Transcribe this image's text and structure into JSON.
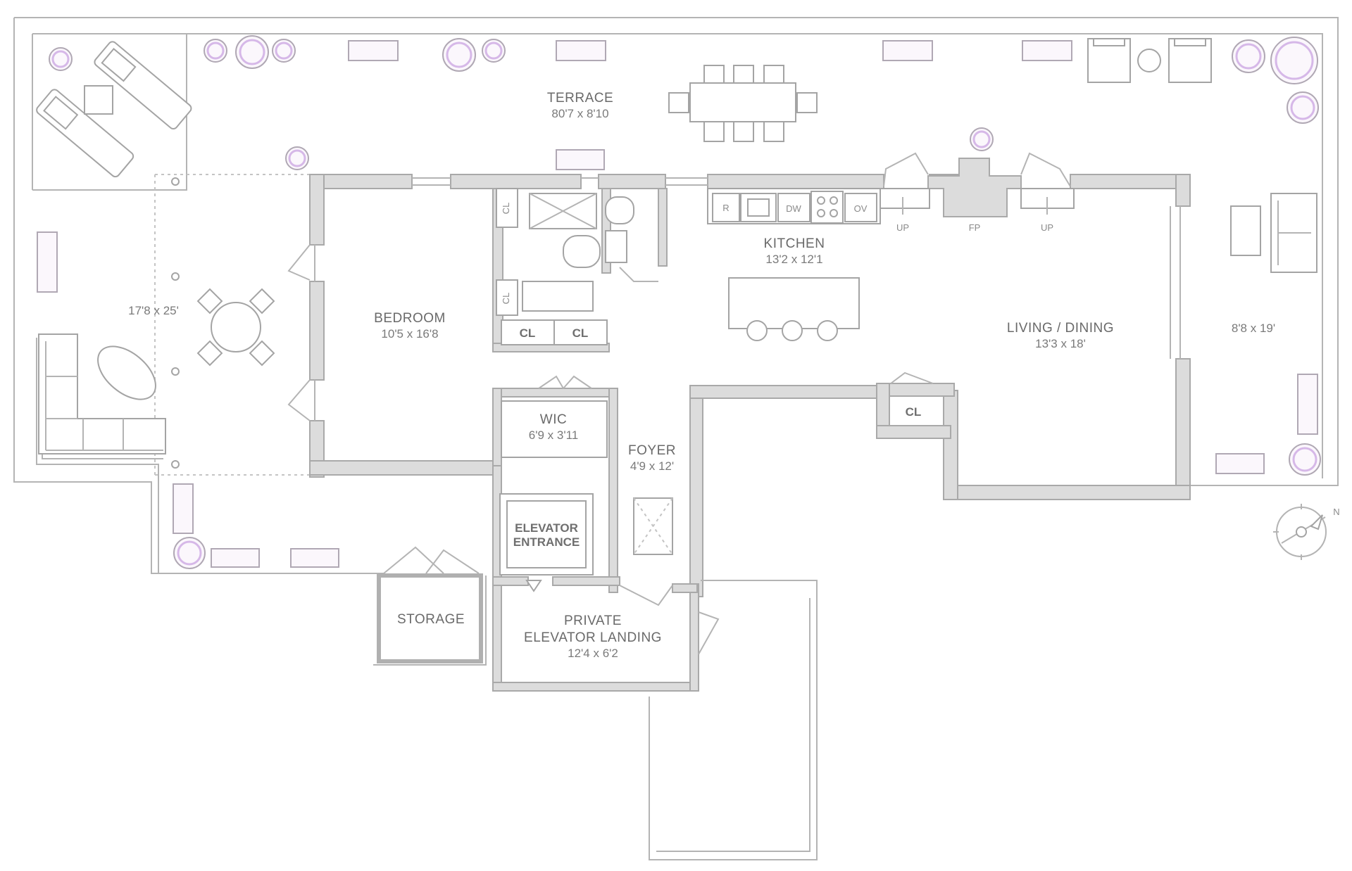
{
  "rooms": {
    "terrace": {
      "name": "TERRACE",
      "dim": "80'7 x 8'10"
    },
    "west_terrace": {
      "dim": "17'8 x 25'"
    },
    "east_terrace": {
      "dim": "8'8 x 19'"
    },
    "bedroom": {
      "name": "BEDROOM",
      "dim": "10'5 x 16'8"
    },
    "kitchen": {
      "name": "KITCHEN",
      "dim": "13'2 x 12'1"
    },
    "living": {
      "name": "LIVING / DINING",
      "dim": "13'3 x 18'"
    },
    "wic": {
      "name": "WIC",
      "dim": "6'9 x 3'11"
    },
    "foyer": {
      "name": "FOYER",
      "dim": "4'9 x 12'"
    },
    "elevator": {
      "line1": "ELEVATOR",
      "line2": "ENTRANCE"
    },
    "landing": {
      "line1": "PRIVATE",
      "line2": "ELEVATOR LANDING",
      "dim": "12'4 x 6'2"
    },
    "storage": {
      "name": "STORAGE"
    }
  },
  "fixtures": {
    "refrigerator": "R",
    "dishwasher": "DW",
    "oven": "OV",
    "fireplace": "FP",
    "up_left": "UP",
    "up_right": "UP",
    "closets": [
      "CL",
      "CL",
      "CL",
      "CL",
      "CL"
    ]
  },
  "compass": {
    "north": "N"
  },
  "colors": {
    "wall": "#dcdcdc",
    "line": "#a9a9a9",
    "planter": "#d6b8e8"
  }
}
